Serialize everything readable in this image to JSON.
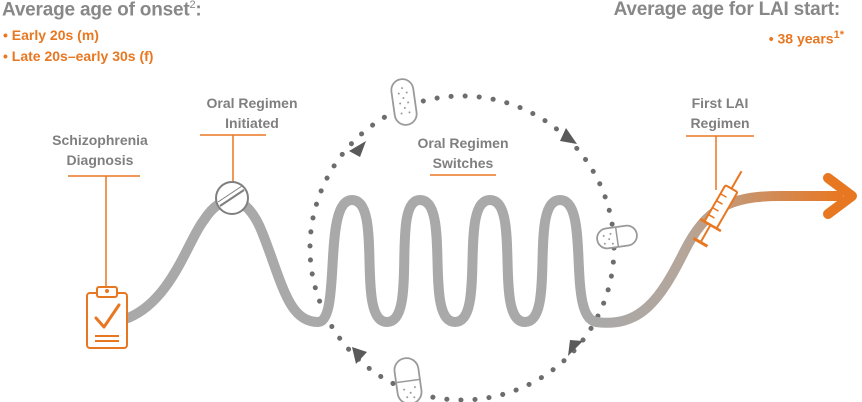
{
  "onset": {
    "heading": "Average age of onset",
    "heading_sup": "2",
    "heading_suffix": ":",
    "bullets": [
      "• Early 20s (m)",
      "• Late 20s–early 30s (f)"
    ]
  },
  "lai_start": {
    "heading": "Average age for LAI start:",
    "bullet": "• 38 years",
    "bullet_sup": "1*"
  },
  "milestones": {
    "diagnosis": [
      "Schizophrenia",
      "Diagnosis"
    ],
    "oral_initiated": [
      "Oral Regimen",
      "Initiated"
    ],
    "oral_switches": [
      "Oral Regimen",
      "Switches"
    ],
    "first_lai": [
      "First LAI",
      "Regimen"
    ]
  },
  "colors": {
    "accent": "#e87722",
    "path_gray": "#a9a9a9",
    "text_gray": "#888888",
    "dots": "#6d6d6d"
  },
  "icons": [
    "clipboard-check-icon",
    "pill-icon",
    "capsule-icon",
    "tablet-icon",
    "syringe-icon",
    "arrow-right-icon"
  ]
}
